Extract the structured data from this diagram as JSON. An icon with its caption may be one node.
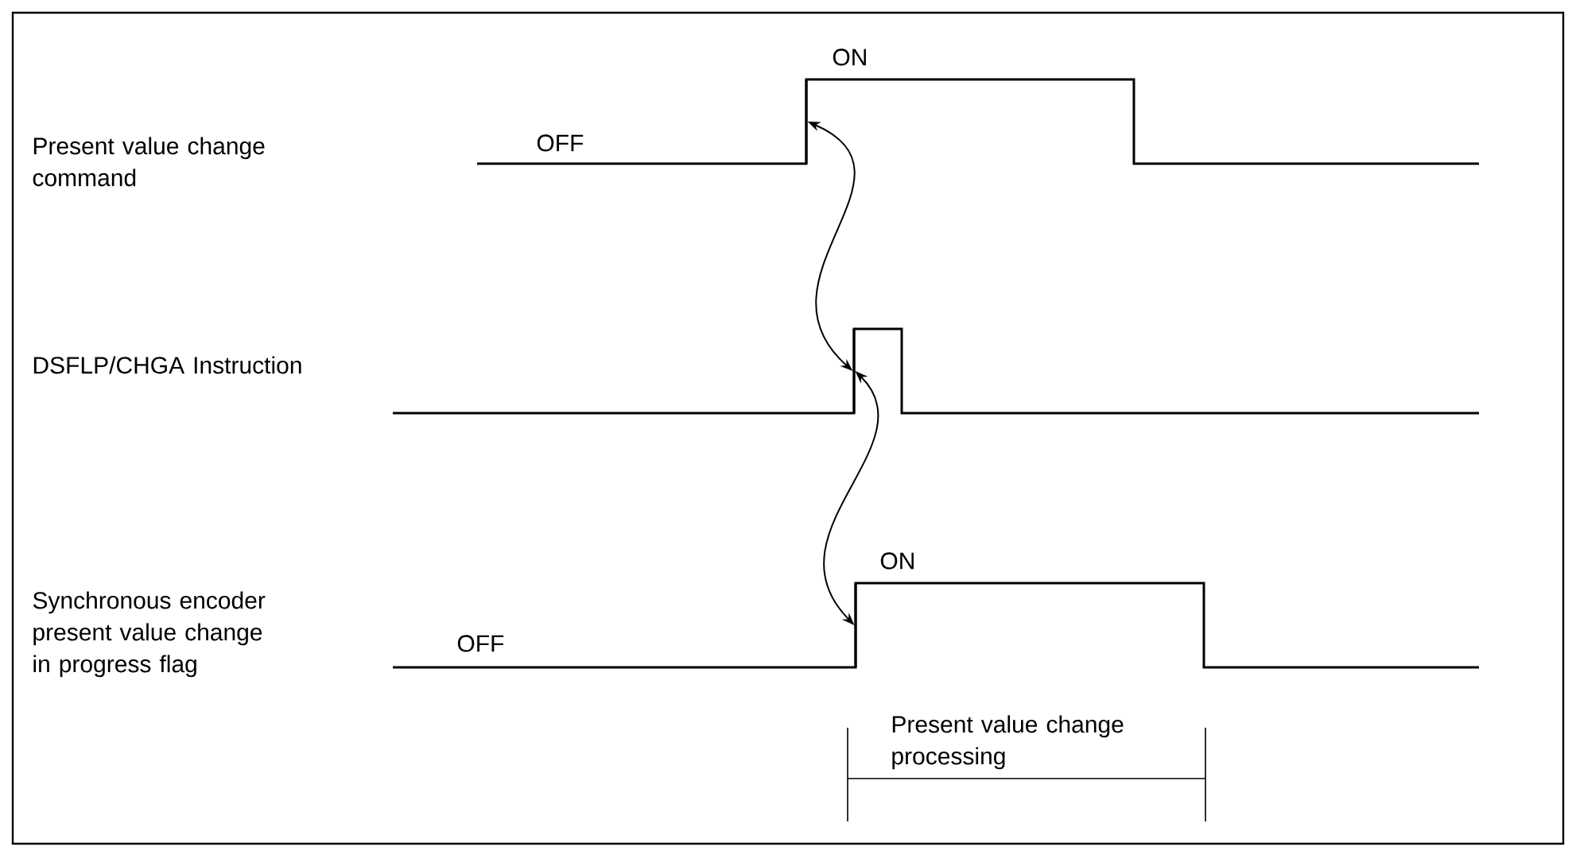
{
  "diagram": {
    "nodes": [
      {
        "text": [],
        "shape": "line"
      },
      {
        "text": [],
        "shape": "line"
      },
      {
        "text": [],
        "shape": "line"
      }
    ],
    "edges": [
      {
        "from": 0,
        "to": 1,
        "arrow": "both"
      },
      {
        "from": 1,
        "to": 2,
        "arrow": "both"
      }
    ],
    "labels": [
      "ON",
      "Present value change command",
      "OFF",
      "DSFLP/CHGA Instruction",
      "ON",
      "Synchronous encoder present value change in progress flag",
      "OFF",
      "Present value change processing"
    ]
  }
}
